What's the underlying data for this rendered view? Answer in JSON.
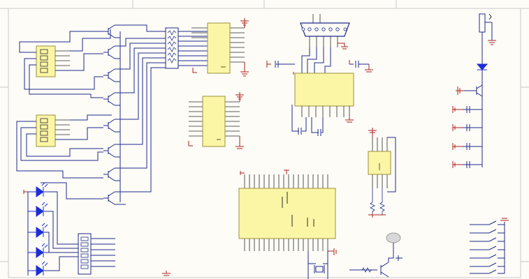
{
  "title": "",
  "colors": {
    "sheet_background": "#fdfcf7",
    "border": "#c8c8c8",
    "wire": "#1e2a8c",
    "component_fill": "#fbf6a6",
    "component_outline": "#9c8f3c",
    "pin": "#2a2a2a",
    "power_symbol": "#b01e1e",
    "led": "#1c2ed8"
  },
  "components": {
    "display_modules": 2,
    "driver_transistors": 8,
    "leds": 5,
    "dip_switch_positions": 7,
    "resistor_networks": 2,
    "db9_connector_pins": 9
  }
}
